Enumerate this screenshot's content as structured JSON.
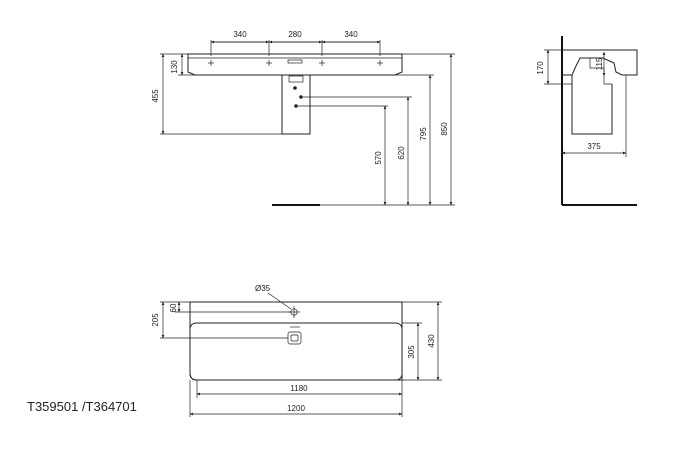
{
  "product_code": "T359501 /T364701",
  "front_view": {
    "dims_top": [
      "340",
      "280",
      "340"
    ],
    "dim_130": "130",
    "dim_455": "455",
    "dim_570": "570",
    "dim_620": "620",
    "dim_795": "795",
    "dim_850": "850"
  },
  "side_view": {
    "dim_170": "170",
    "dim_115": "115",
    "dim_375": "375"
  },
  "top_view": {
    "hole_label": "Ø35",
    "dim_60": "60",
    "dim_205": "205",
    "dim_305": "305",
    "dim_430": "430",
    "dim_1180": "1180",
    "dim_1200": "1200"
  },
  "colors": {
    "line": "#222222",
    "background": "#ffffff"
  }
}
